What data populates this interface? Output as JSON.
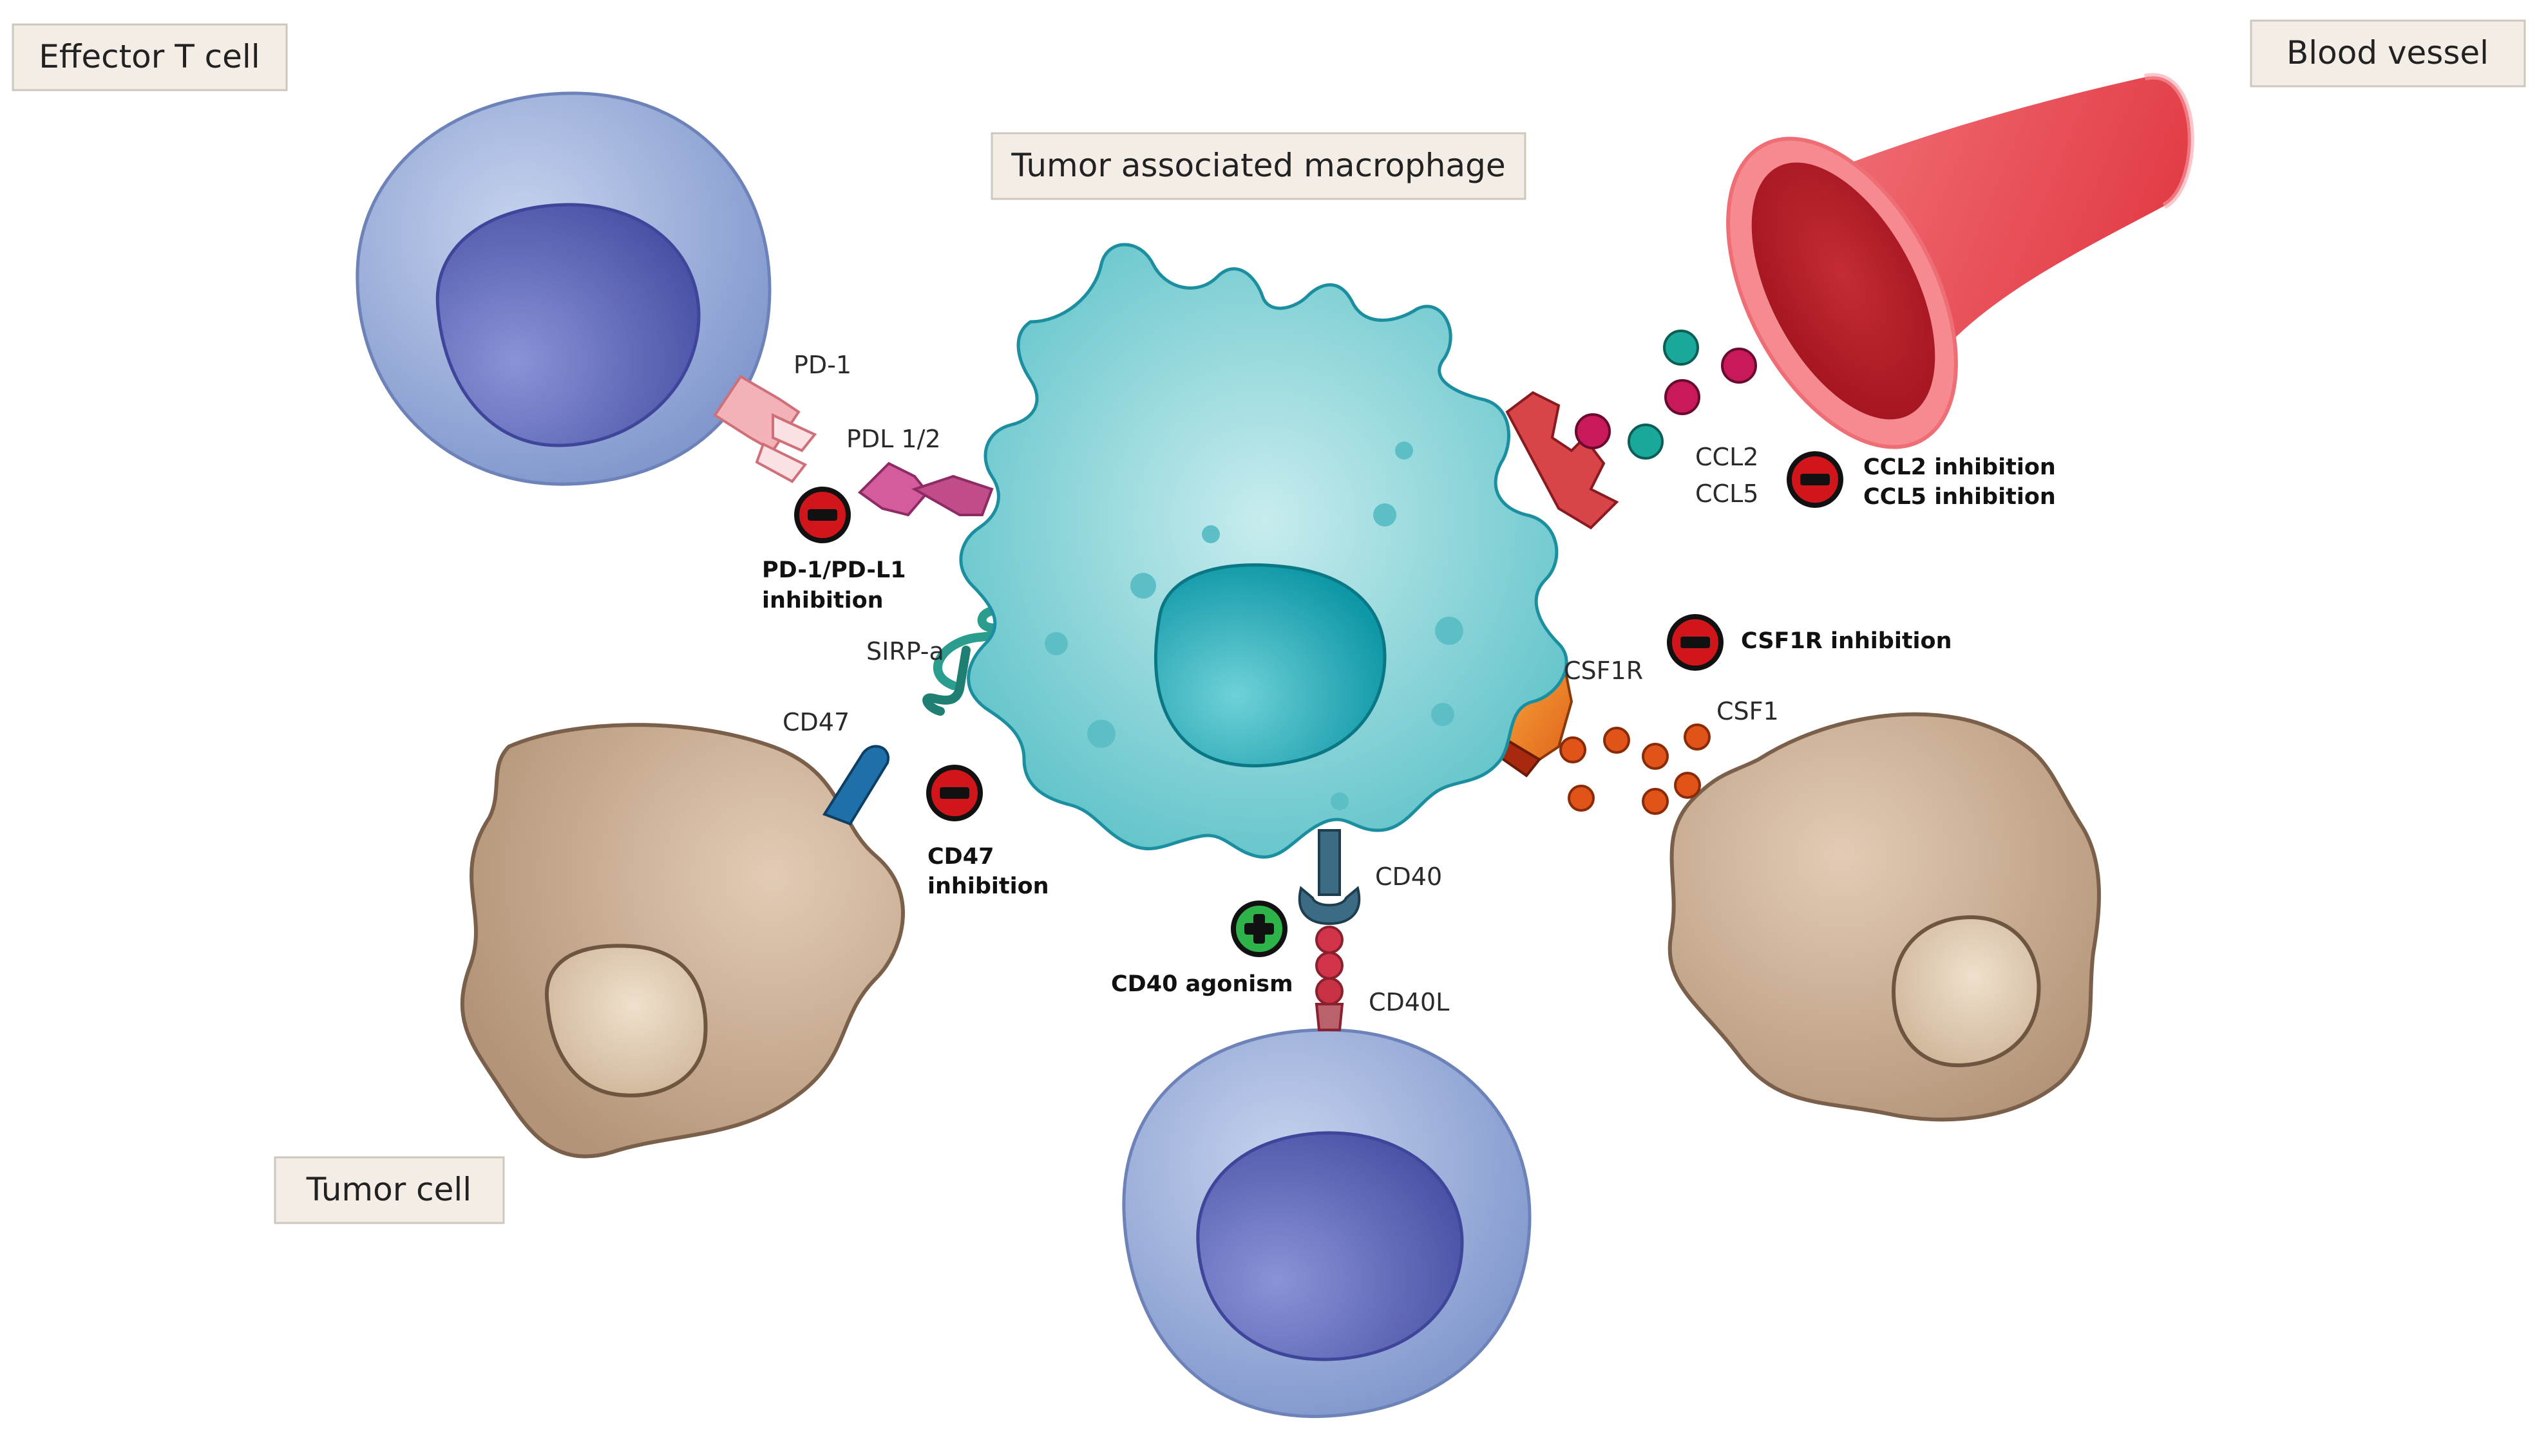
{
  "title_boxes": {
    "effector_t_cell": "Effector T cell",
    "blood_vessel": "Blood vessel",
    "tumor_associated_macrophage": "Tumor associated macrophage",
    "tumor_cell": "Tumor cell"
  },
  "molecules": {
    "pd1": "PD-1",
    "pdl12": "PDL 1/2",
    "sirpa": "SIRP-a",
    "cd47": "CD47",
    "ccl2": "CCL2",
    "ccl5": "CCL5",
    "csf1r": "CSF1R",
    "csf1": "CSF1",
    "cd40": "CD40",
    "cd40l": "CD40L"
  },
  "therapies": {
    "pd1_pdl1": [
      "PD-1/PD-L1",
      "inhibition"
    ],
    "cd47": [
      "CD47",
      "inhibition"
    ],
    "ccl2": "CCL2 inhibition",
    "ccl5": "CCL5 inhibition",
    "csf1r": "CSF1R inhibition",
    "cd40": "CD40 agonism"
  },
  "colors": {
    "t_cell": "#8fa6d6",
    "t_cell_nucleus": "#5a62b4",
    "macrophage": "#7fcfd4",
    "macrophage_nucleus": "#1fa3b0",
    "tumor_cell": "#cdb096",
    "blood_vessel": "#e84550",
    "ccl2_particle": "#1aa89a",
    "ccl5_particle": "#c8195a",
    "csf1_particle": "#e0541a",
    "inhibition_symbol": "#d0151b",
    "agonism_symbol": "#2db34a"
  }
}
